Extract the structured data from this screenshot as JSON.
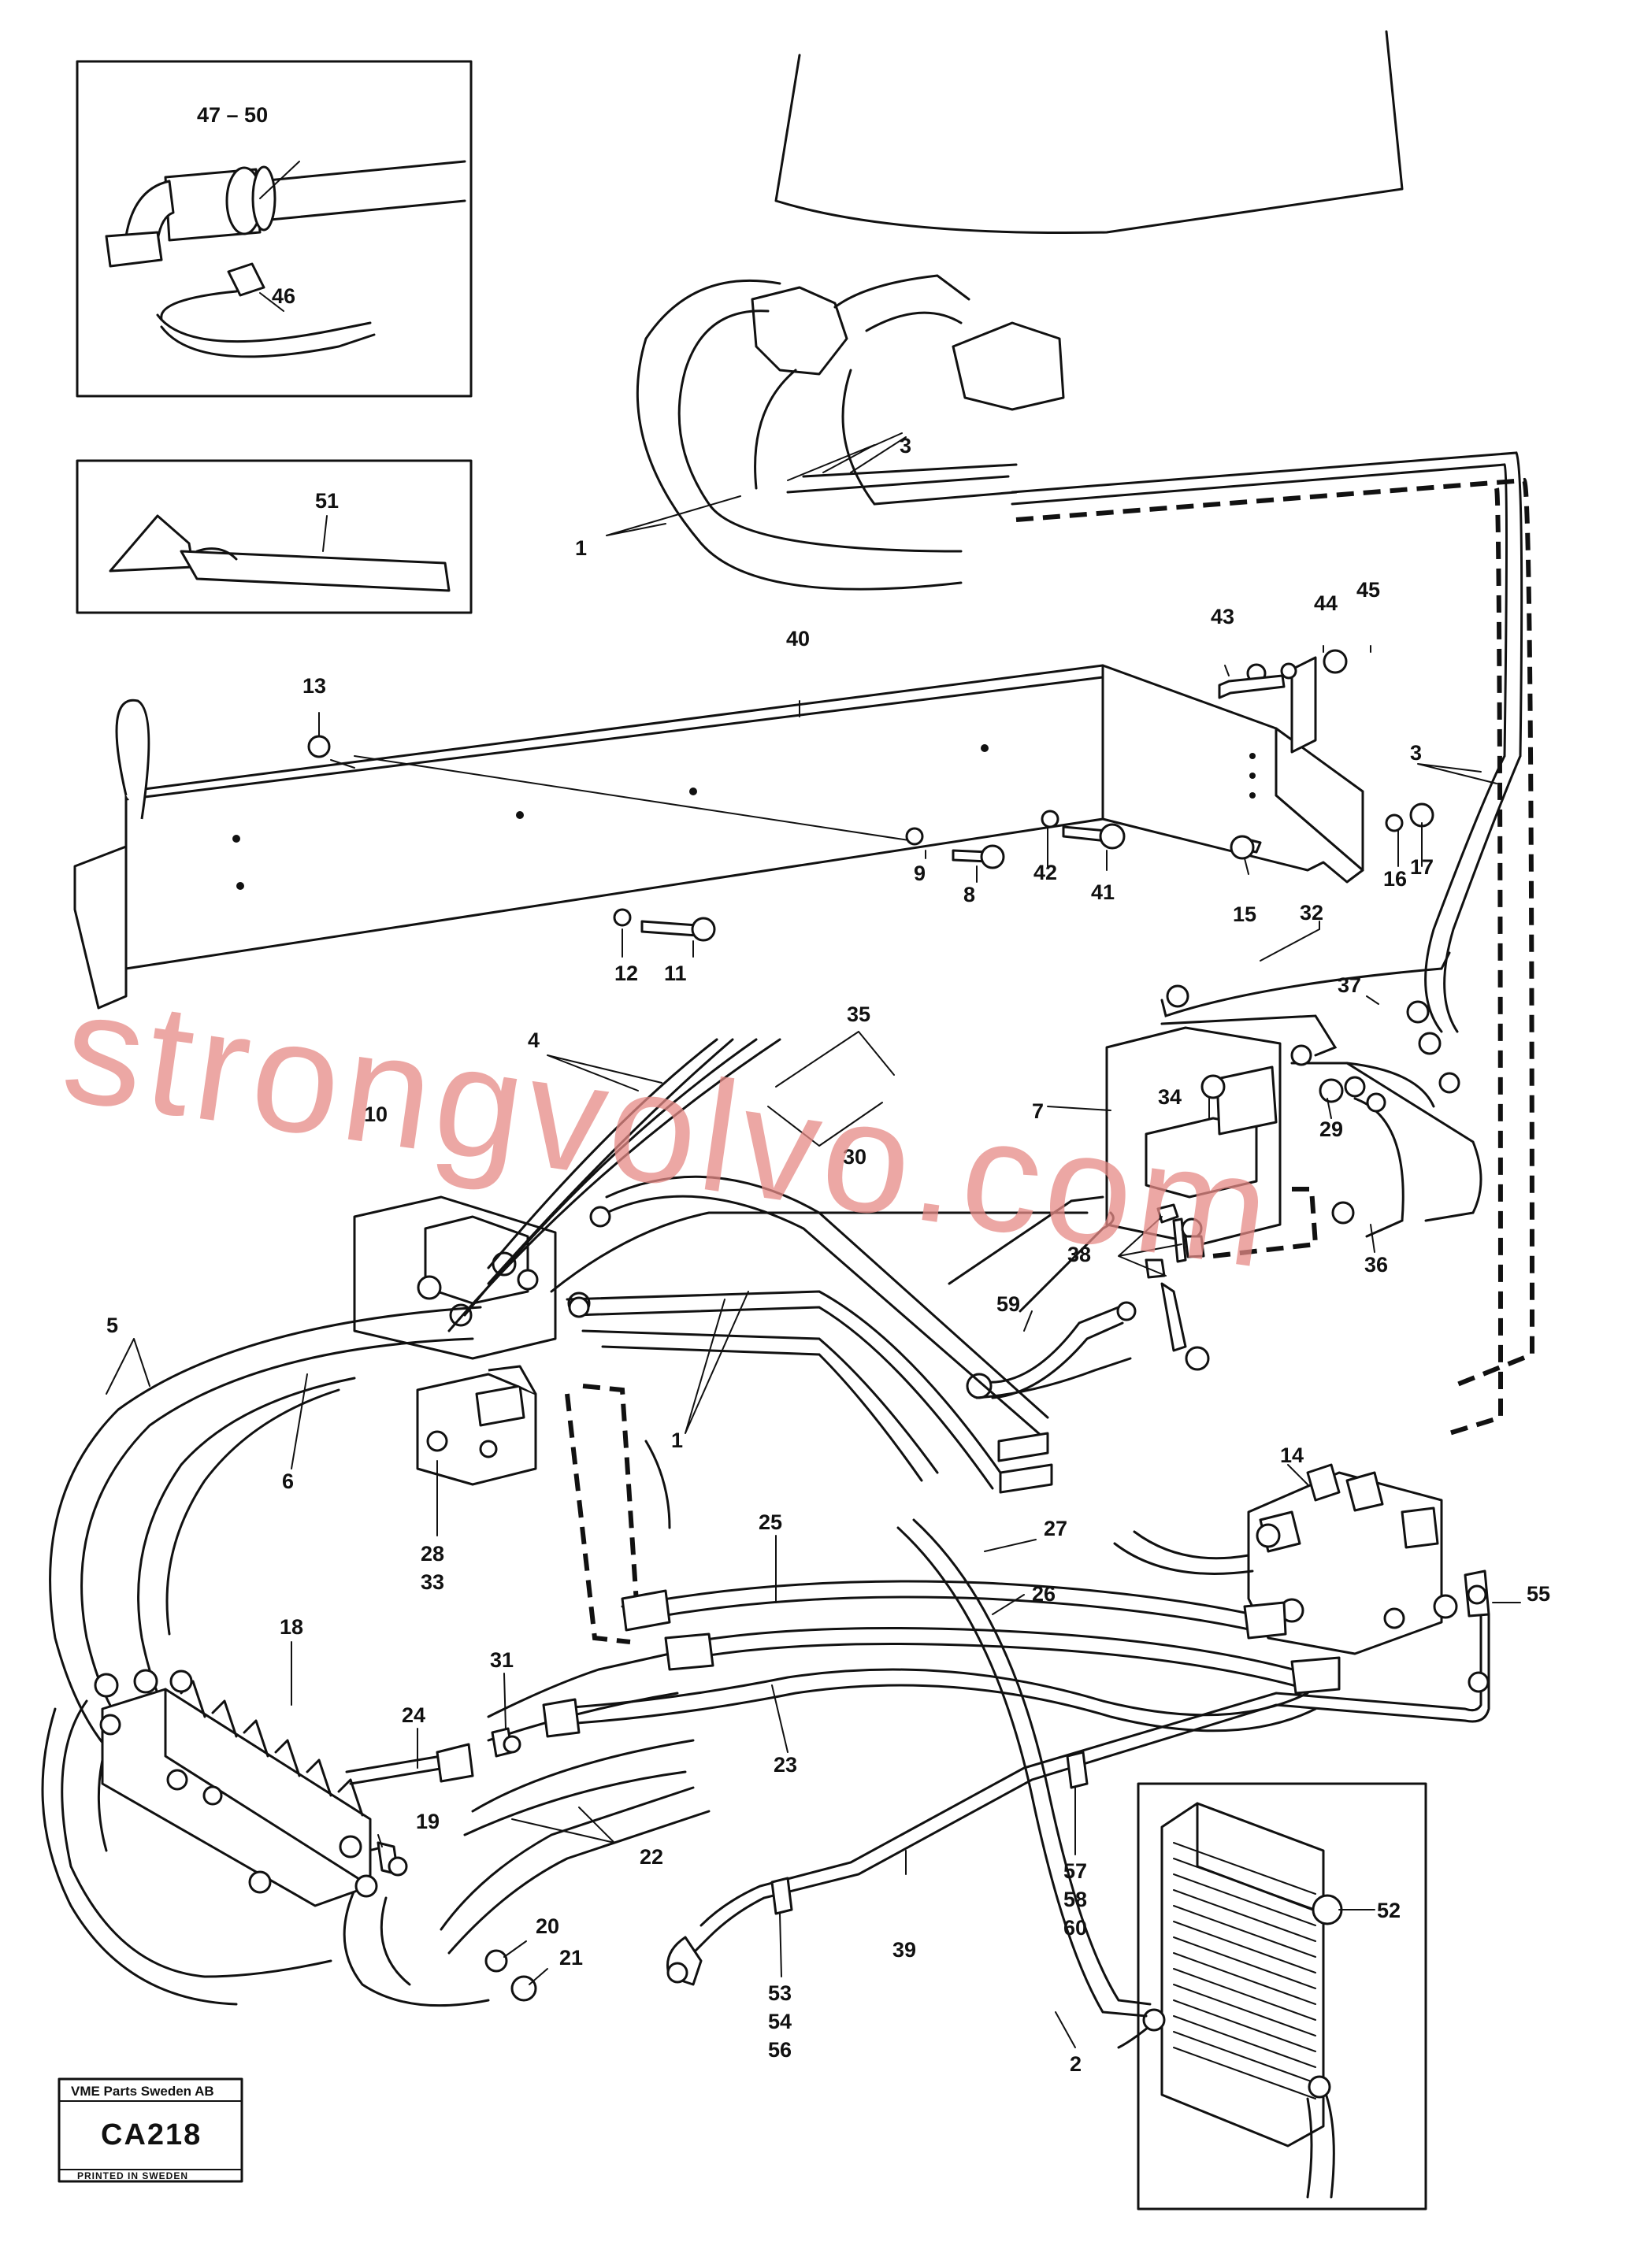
{
  "diagram": {
    "callouts": {
      "c47_50": "47 – 50",
      "c46": "46",
      "c51": "51",
      "c3a": "3",
      "c1a": "1",
      "c40": "40",
      "c43": "43",
      "c44": "44",
      "c45": "45",
      "c13": "13",
      "c3b": "3",
      "c9": "9",
      "c8": "8",
      "c42": "42",
      "c41": "41",
      "c16": "16",
      "c17": "17",
      "c15": "15",
      "c12": "12",
      "c11": "11",
      "c32": "32",
      "c4": "4",
      "c35": "35",
      "c37": "37",
      "c7": "7",
      "c34": "34",
      "c10": "10",
      "c30": "30",
      "c29": "29",
      "c38": "38",
      "c36": "36",
      "c5": "5",
      "c59": "59",
      "c1b": "1",
      "c6": "6",
      "c28": "28",
      "c33": "33",
      "c14": "14",
      "c25": "25",
      "c27": "27",
      "c26": "26",
      "c55": "55",
      "c18": "18",
      "c31": "31",
      "c24": "24",
      "c23": "23",
      "c19": "19",
      "c22": "22",
      "c57": "57",
      "c58": "58",
      "c60": "60",
      "c52": "52",
      "c39": "39",
      "c20": "20",
      "c21": "21",
      "c53": "53",
      "c54": "54",
      "c56": "56",
      "c2": "2"
    },
    "watermark": "strongvolvo.com",
    "stamp": {
      "company": "VME Parts Sweden AB",
      "code": "CA218",
      "printed": "PRINTED IN SWEDEN"
    }
  }
}
